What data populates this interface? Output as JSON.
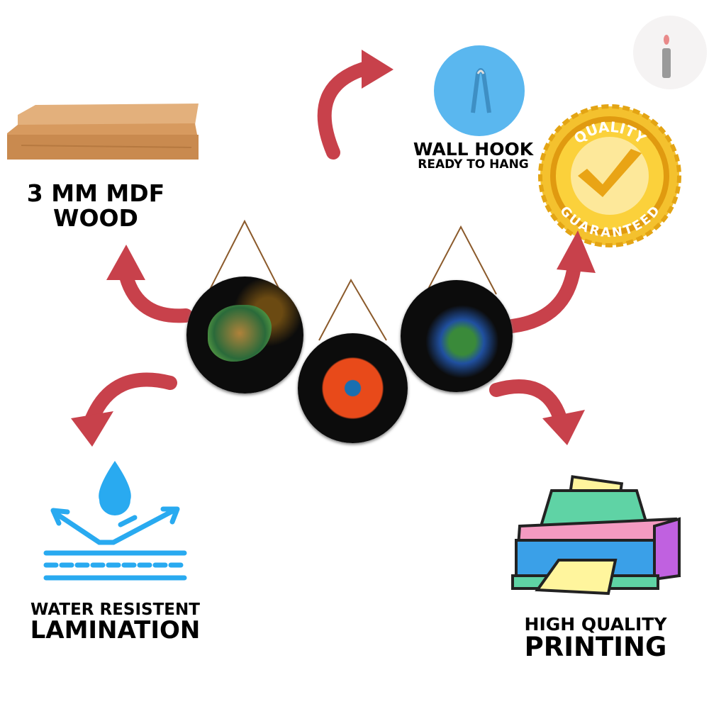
{
  "logo": {
    "letter": "i"
  },
  "features": {
    "wood": {
      "line1": "3 MM MDF",
      "line2": "WOOD"
    },
    "hook": {
      "title": "WALL HOOK",
      "subtitle": "READY TO HANG"
    },
    "badge": {
      "top": "QUALITY",
      "bottom": "GUARANTEED"
    },
    "water": {
      "line1": "WATER RESISTENT",
      "line2": "LAMINATION"
    },
    "print": {
      "line1": "HIGH QUALITY",
      "line2": "PRINTING"
    }
  },
  "colors": {
    "arrow": "#c8414b",
    "plaque": "#0c0c0c",
    "gold": "#c8962e",
    "water": "#29aaf0",
    "hook": "#5ab7ef"
  }
}
